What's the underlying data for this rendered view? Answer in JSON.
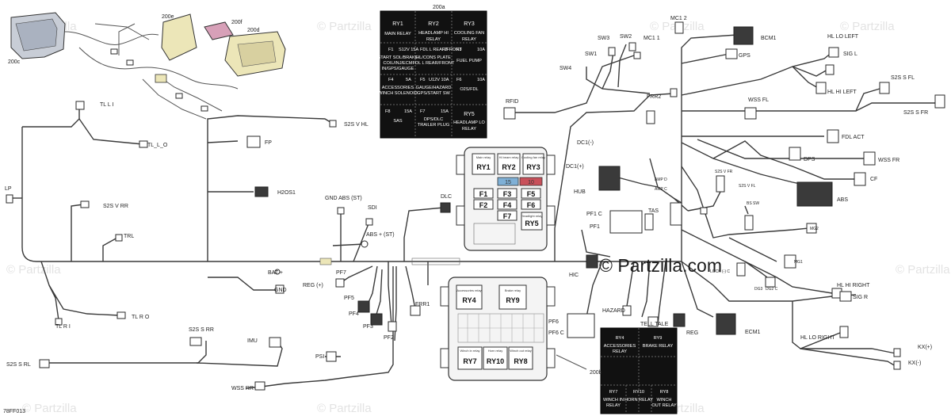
{
  "figure_code": "78FF013",
  "watermarks": {
    "brand": "© Partzilla",
    "main": "© Partzilla.com"
  },
  "assembly_labels": {
    "200a": "200a",
    "200b": "200b",
    "200c": "200c",
    "200d": "200d",
    "200e": "200e",
    "200f": "200f"
  },
  "legend_200a": [
    [
      "RY1",
      "MAIN RELAY"
    ],
    [
      "RY2",
      "HEADLAMP HI",
      "RELAY"
    ],
    [
      "RY3",
      "COOLING FAN",
      "RELAY"
    ],
    [
      "F1",
      "START SOL/BRAKE",
      "COIL/INJ/ECM",
      "IN/GPS/GAUGE",
      "F1",
      "S12V 15A"
    ],
    [
      "F2",
      "HL/CONS PLATE",
      "FDL L REAR/FRONT",
      "F2",
      "15A"
    ],
    [
      "F3",
      "FUEL PUMP",
      "F3",
      "10A"
    ],
    [
      "F4",
      "ACCESSORIES",
      "WINCH SOLENOID",
      "F4",
      "5A"
    ],
    [
      "F5",
      "GAUGE/HAZARD",
      "GPS/START SW",
      "F5",
      "U12V 10A"
    ],
    [
      "F6",
      "O2S/FDL",
      "F6",
      "10A"
    ],
    [
      "F8",
      "SAS",
      "F8",
      "15A"
    ],
    [
      "F7",
      "DPS/DLC",
      "TRAILER PLUG",
      "F7",
      "15A"
    ],
    [
      "RY5",
      "HEADLAMP LO",
      "RELAY"
    ]
  ],
  "legend_200b": [
    [
      "RY4",
      "ACCESSORIES",
      "RELAY"
    ],
    [
      "RY9",
      "BRAKE RELAY"
    ],
    [
      "RY7",
      "WINCH IN",
      "RELAY"
    ],
    [
      "RY10",
      "HORN RELAY"
    ],
    [
      "RY8",
      "WINCH",
      "OUT RELAY"
    ]
  ],
  "fusebox_top": {
    "relays": [
      "RY1",
      "RY2",
      "RY3"
    ],
    "fuse_colored": [
      "15",
      "10"
    ],
    "fuses": [
      "F1",
      "F3",
      "F5",
      "F2",
      "F4",
      "F6",
      "F7",
      "RY5"
    ],
    "small_labels": [
      "Main relay",
      "Hi beam relay",
      "Cooling fan relay",
      "Headlight relay"
    ]
  },
  "fusebox_bottom": {
    "relays": [
      "RY4",
      "RY9",
      "RY7",
      "RY10",
      "RY8"
    ],
    "small_labels": [
      "Accessories relay",
      "Brake relay",
      "Winch in relay",
      "Horn relay",
      "Winch out relay"
    ]
  },
  "connector_labels": {
    "tl_l_i": "TL L I",
    "tl_l_o": "TL_L_O",
    "s2s_v_hl": "S2S V HL",
    "fp": "FP",
    "h2os1": "H2OS1",
    "lp": "LP",
    "s2s_v_rr": "S2S V RR",
    "trl": "TRL",
    "gnd_abs": "GND ABS (ST)",
    "sdi": "SDI",
    "abs_plus": "ABS + (ST)",
    "dlc": "DLC",
    "bat_plus": "BAT +",
    "gnd": "GND",
    "reg_plus": "REG (+)",
    "pf7": "PF7",
    "pf5": "PF5",
    "pf4": "PF4",
    "pf3": "PF3",
    "pf2": "PF2",
    "frr1": "FRR1",
    "tl_r_i": "TL R I",
    "tl_r_o": "TL R O",
    "s2s_s_rr": "S2S S RR",
    "imu": "IMU",
    "s2s_s_rl": "S2S S RL",
    "psi": "PSI",
    "wss_rr": "WSS RR",
    "sw3": "SW3",
    "sw2": "SW2",
    "sw1": "SW1",
    "sw4": "SW4",
    "rfid": "RFID",
    "mc1_2": "MC1 2",
    "mc1_1": "MC1 1",
    "bcm1": "BCM1",
    "gps": "GPS",
    "hl_lo_left": "HL LO LEFT",
    "sig_l": "SIG L",
    "hl_hi_left": "HL HI LEFT",
    "s2s_s_fl": "S2S S FL",
    "s2s_s_fr": "S2S S FR",
    "frr2": "FRR2",
    "wss_fl": "WSS FL",
    "fdl_act": "FDL ACT",
    "dc1_minus": "DC1(-)",
    "dc1_plus": "DC1(+)",
    "hub": "HUB",
    "dps": "DPS",
    "wss_fr": "WSS FR",
    "cf": "CF",
    "s2s_v_fr": "S2S V FR",
    "s2s_v_fl": "S2S V FL",
    "amp_c": "AMP C",
    "amp_d": "AMP D",
    "abs": "ABS",
    "pf1_c": "PF1 C",
    "pf1": "PF1",
    "tas": "TAS",
    "bs_sw": "BS SW",
    "mg2": "MG2",
    "mg1": "MG1",
    "lock_c": "LOCK (-) C",
    "dg3": "DG3",
    "dg2_c": "DG2 C",
    "hl_hi_right": "HL HI RIGHT",
    "sig_r": "SIG R",
    "hic": "HIC",
    "hazard": "HAZARD",
    "tell_tale": "TELL TALE",
    "reg": "REG",
    "ecm1": "ECM1",
    "hl_lo_right": "HL LO RIGHT",
    "pf6": "PF6",
    "pf6_c": "PF6 C",
    "kx_plus": "KX(+)",
    "kx_minus": "KX(-)"
  }
}
